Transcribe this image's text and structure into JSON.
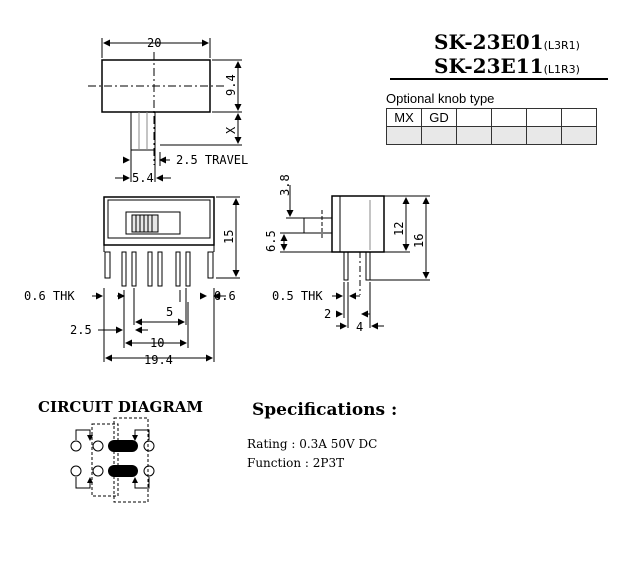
{
  "model": {
    "line1_name": "SK-23E01",
    "line1_suffix": "(L3R1)",
    "line2_name": "SK-23E11",
    "line2_suffix": "(L1R3)"
  },
  "knob": {
    "title": "Optional knob type",
    "types": [
      "MX",
      "GD",
      "",
      "",
      "",
      ""
    ]
  },
  "dimensions": {
    "top_width": "20",
    "top_height": "9.4",
    "x_label": "X",
    "travel": "2.5 TRAVEL",
    "stem": "5.4",
    "body_height": "15",
    "thk_left": "0.6 THK",
    "thk_right": "0.6",
    "pitch": "5",
    "offset": "2.5",
    "span": "10",
    "overall": "19.4",
    "side_knob": "3.8",
    "side_knob_h": "6.5",
    "side_body": "12",
    "side_total": "16",
    "side_thk": "0.5 THK",
    "side_pin": "2",
    "side_width": "4"
  },
  "circuit": {
    "title": "CIRCUIT DIAGRAM"
  },
  "specs": {
    "title": "Specifications :",
    "rating": "Rating : 0.3A 50V DC",
    "function": "Function : 2P3T"
  }
}
